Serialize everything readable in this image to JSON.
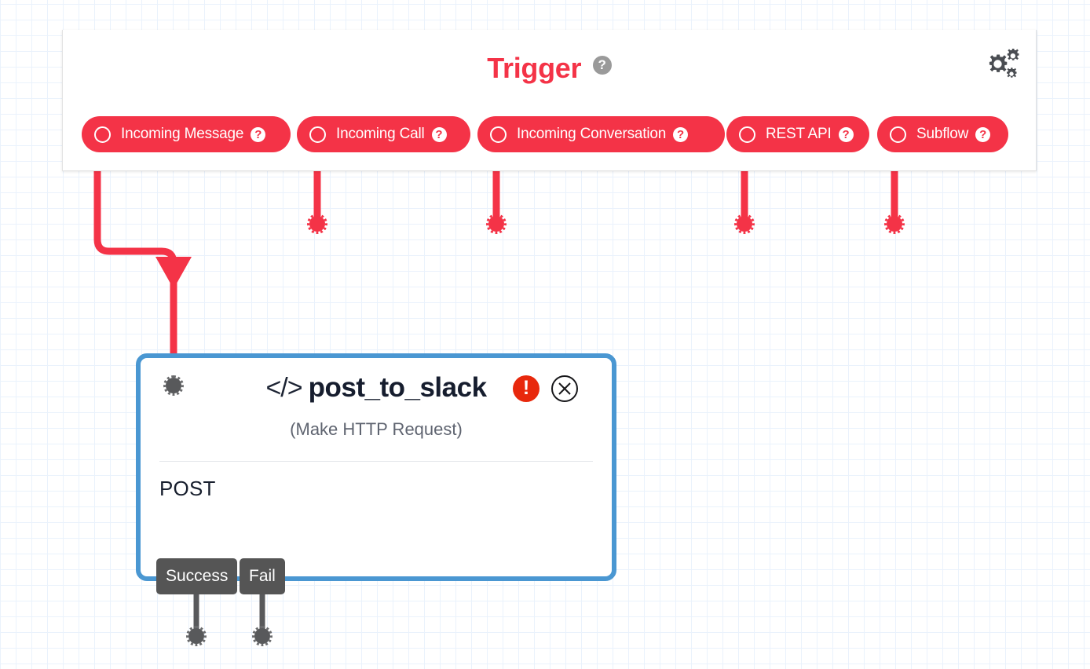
{
  "panel": {
    "title": "Trigger",
    "title_help_icon": "help-circle-icon",
    "settings_icon": "gears-icon",
    "accent_color": "#f43347",
    "triggers": [
      {
        "label": "Incoming Message",
        "help_icon": "help-circle-icon",
        "status_icon": "circle-outline-icon"
      },
      {
        "label": "Incoming Call",
        "help_icon": "help-circle-icon",
        "status_icon": "circle-outline-icon"
      },
      {
        "label": "Incoming Conversation",
        "help_icon": "help-circle-icon",
        "status_icon": "circle-outline-icon"
      },
      {
        "label": "REST API",
        "help_icon": "help-circle-icon",
        "status_icon": "circle-outline-icon"
      },
      {
        "label": "Subflow",
        "help_icon": "help-circle-icon",
        "status_icon": "circle-outline-icon"
      }
    ]
  },
  "node": {
    "type_icon": "code-brackets-icon",
    "title": "post_to_slack",
    "subtitle": "(Make HTTP Request)",
    "method": "POST",
    "error_icon": "error-exclamation-icon",
    "close_icon": "close-circle-icon",
    "input_port_icon": "input-port-dot",
    "border_color": "#4a97d2",
    "outputs": [
      {
        "label": "Success",
        "port_icon": "output-port-dot"
      },
      {
        "label": "Fail",
        "port_icon": "output-port-dot"
      }
    ]
  },
  "help_symbol": "?",
  "error_symbol": "!"
}
